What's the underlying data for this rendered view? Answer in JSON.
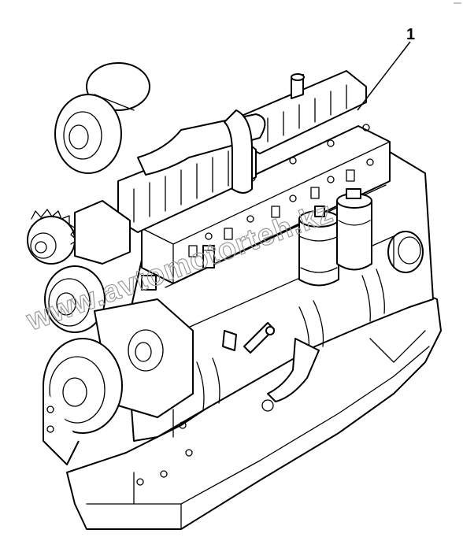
{
  "diagram": {
    "callout": {
      "number": "1"
    },
    "watermark": {
      "text": "www.avtomotorteh.kz"
    },
    "illustration": "engine-assembly-line-drawing"
  }
}
